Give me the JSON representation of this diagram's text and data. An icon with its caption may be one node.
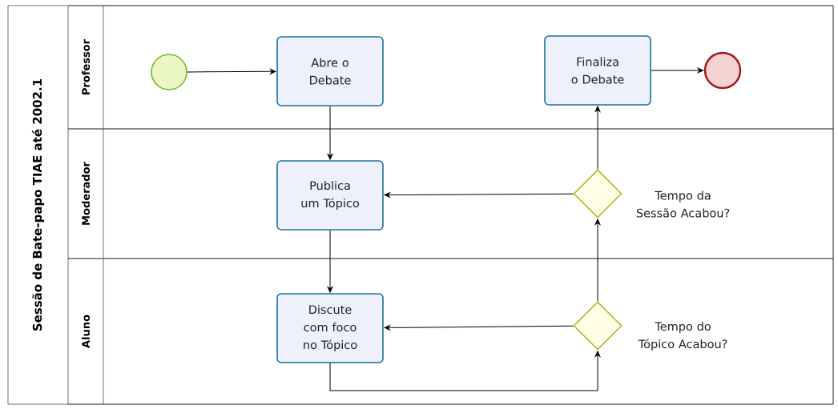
{
  "diagram": {
    "nodes": [
      {
        "text": [
          "Sessão de Bate-papo TIAE até 2002.1"
        ]
      },
      {
        "text": [
          "Professor"
        ],
        "in": 0
      },
      {
        "text": [
          "Moderador"
        ],
        "in": 0
      },
      {
        "text": [
          "Aluno"
        ],
        "in": 0
      },
      {
        "text": [],
        "shape": "circle",
        "in": 1
      },
      {
        "text": [
          "Abre o Debate"
        ],
        "in": 1
      },
      {
        "text": [
          "Finaliza o Debate"
        ],
        "in": 1
      },
      {
        "text": [],
        "shape": "circle",
        "in": 1
      },
      {
        "text": [
          "Publica um Tópico"
        ],
        "in": 2
      },
      {
        "text": [
          "Tempo da Sessão Acabou?"
        ],
        "in": 2
      },
      {
        "text": [
          "Discute com foco no Tópico"
        ],
        "in": 3
      },
      {
        "text": [
          "Tempo do Tópico Acabou?"
        ],
        "in": 3
      }
    ],
    "edges": [
      {
        "from": 4,
        "to": 5,
        "arrow": "to"
      },
      {
        "from": 5,
        "to": 8,
        "arrow": "to"
      },
      {
        "from": 8,
        "to": 10,
        "arrow": "to"
      },
      {
        "from": 10,
        "to": 11,
        "arrow": "to"
      },
      {
        "from": 11,
        "to": 10,
        "arrow": "to"
      },
      {
        "from": 11,
        "to": 9,
        "arrow": "to"
      },
      {
        "from": 9,
        "to": 8,
        "arrow": "to"
      },
      {
        "from": 9,
        "to": 6,
        "arrow": "to"
      },
      {
        "from": 6,
        "to": 7,
        "arrow": "to"
      }
    ]
  }
}
